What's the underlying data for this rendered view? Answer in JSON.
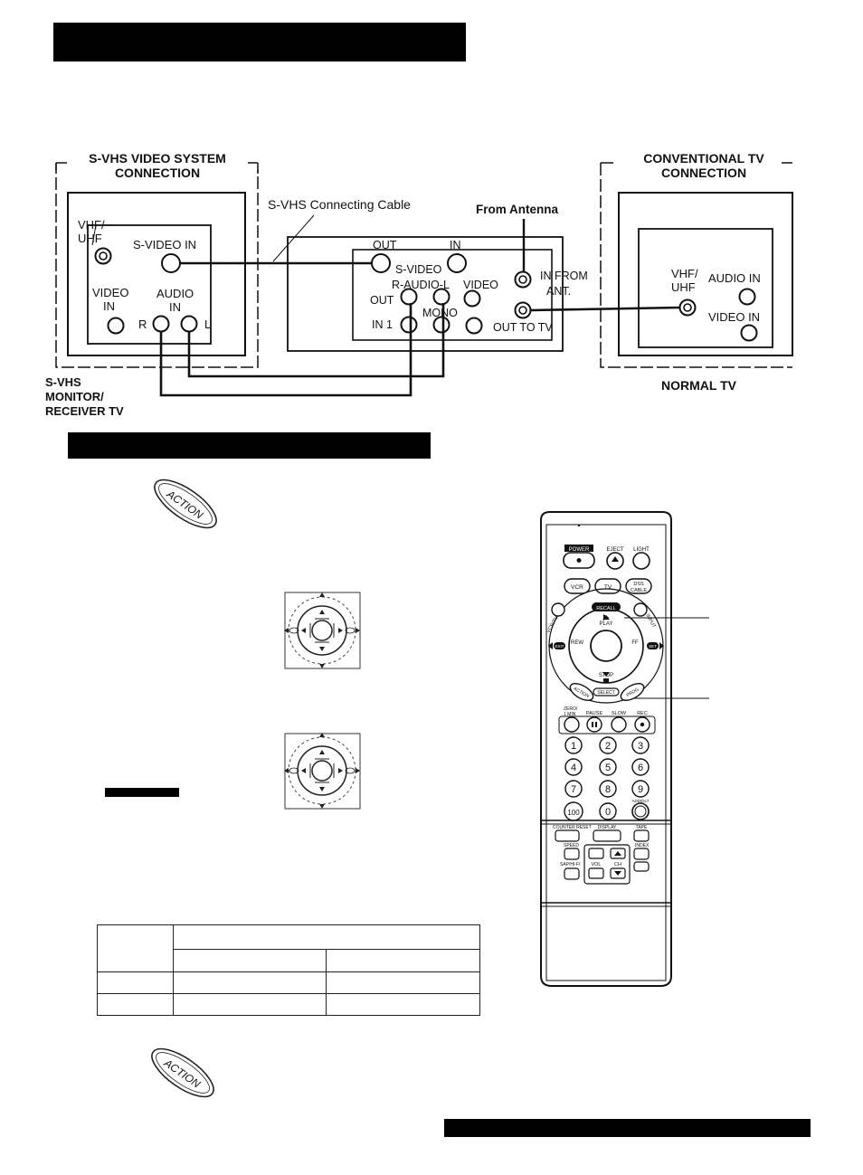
{
  "diagram": {
    "svhs_group_title": [
      "S-VHS VIDEO SYSTEM",
      "CONNECTION"
    ],
    "conv_group_title": [
      "CONVENTIONAL TV",
      "CONNECTION"
    ],
    "svhs_cable_label": "S-VHS Connecting Cable",
    "from_antenna": "From Antenna",
    "svhs_tv": {
      "vhf_uhf": [
        "VHF/",
        "UHF"
      ],
      "svideo_in": "S-VIDEO IN",
      "video_in": [
        "VIDEO",
        "IN"
      ],
      "audio_in": [
        "AUDIO",
        "IN"
      ],
      "r": "R",
      "l": "L",
      "caption": [
        "S-VHS",
        "MONITOR/",
        "RECEIVER TV"
      ]
    },
    "vcr": {
      "out": "OUT",
      "in": "IN",
      "svideo": "S-VIDEO",
      "raudiol": "R-AUDIO-L",
      "video": "VIDEO",
      "out2": "OUT",
      "in1": "IN 1",
      "mono": "MONO",
      "in_from_ant": [
        "IN FROM",
        "ANT."
      ],
      "out_to_tv": "OUT TO TV"
    },
    "normal_tv": {
      "vhf_uhf": [
        "VHF/",
        "UHF"
      ],
      "audio_in": "AUDIO IN",
      "video_in": "VIDEO IN",
      "caption": "NORMAL TV"
    }
  },
  "action_badge": "ACTION",
  "remote": {
    "power": "POWER",
    "eject": "EJECT",
    "light": "LIGHT",
    "vcr": "VCR",
    "tv": "TV",
    "dss_cable": [
      "DSS",
      "CABLE"
    ],
    "vcr_tv": "VCR/TV",
    "recall": "RECALL",
    "input": "INPUT",
    "play": "PLAY",
    "rew": "REW",
    "ff": "FF",
    "stop": "STOP",
    "exit": "EXIT",
    "set": "SET",
    "action": "ACTION",
    "select": "SELECT",
    "prog": "PROG",
    "zero_min": [
      "ZERO/",
      "1 MIN"
    ],
    "pause": "PAUSE",
    "slow": "SLOW",
    "rec": "REC",
    "numbers": [
      "1",
      "2",
      "3",
      "4",
      "5",
      "6",
      "7",
      "8",
      "9",
      "100",
      "0"
    ],
    "add_dlt": "ADD/DLT",
    "counter_reset": "COUNTER RESET",
    "display": "DISPLAY",
    "tape": "TAPE",
    "speed": "SPEED",
    "index": "INDEX",
    "sap_hifi": "SAP/HI-FI",
    "vol": "VOL",
    "ch": "CH"
  }
}
